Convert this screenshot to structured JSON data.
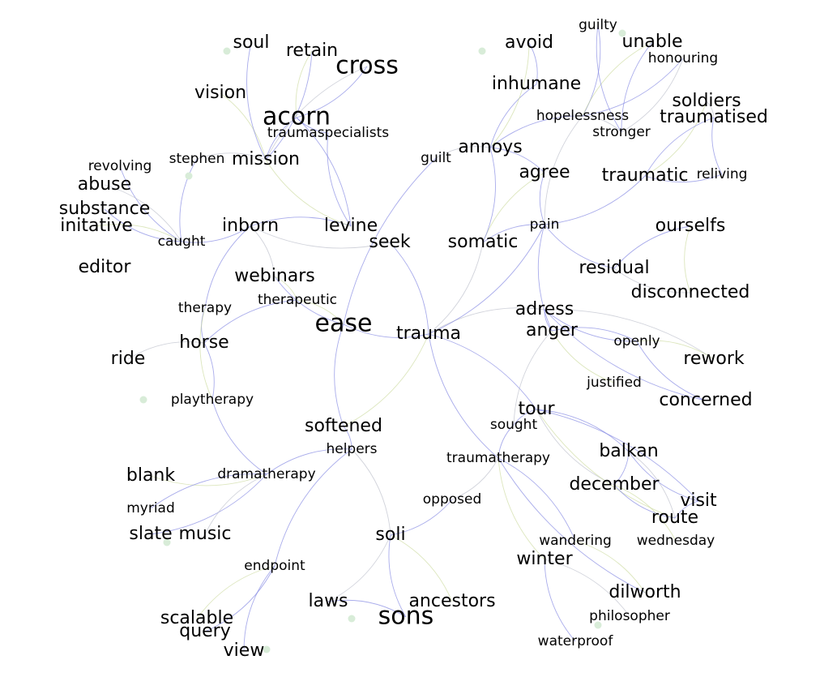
{
  "colors": {
    "background": "#ffffff",
    "label": "#000000",
    "edge_primary": "#7b7fe0",
    "edge_secondary": "#b9bcc8",
    "edge_tertiary": "#c9d99a",
    "node_dot": "#d8ecd8"
  },
  "graph": {
    "nodes": [
      {
        "id": "trauma",
        "label": "trauma",
        "weight": 5
      },
      {
        "id": "ease",
        "label": "ease",
        "weight": 8
      },
      {
        "id": "seek",
        "label": "seek",
        "weight": 5
      },
      {
        "id": "levine",
        "label": "levine",
        "weight": 5
      },
      {
        "id": "inborn",
        "label": "inborn",
        "weight": 5
      },
      {
        "id": "mission",
        "label": "mission",
        "weight": 5
      },
      {
        "id": "acorn",
        "label": "acorn",
        "weight": 8
      },
      {
        "id": "cross",
        "label": "cross",
        "weight": 8
      },
      {
        "id": "retain",
        "label": "retain",
        "weight": 5
      },
      {
        "id": "soul",
        "label": "soul",
        "weight": 5
      },
      {
        "id": "vision",
        "label": "vision",
        "weight": 5
      },
      {
        "id": "traumaspecialists",
        "label": "traumaspecialists",
        "weight": 4
      },
      {
        "id": "stephen",
        "label": "stephen",
        "weight": 4
      },
      {
        "id": "caught",
        "label": "caught",
        "weight": 4
      },
      {
        "id": "revolving",
        "label": "revolving",
        "weight": 4
      },
      {
        "id": "abuse",
        "label": "abuse",
        "weight": 5
      },
      {
        "id": "substance",
        "label": "substance",
        "weight": 5
      },
      {
        "id": "initative",
        "label": "initative",
        "weight": 5
      },
      {
        "id": "editor",
        "label": "editor",
        "weight": 5
      },
      {
        "id": "webinars",
        "label": "webinars",
        "weight": 5
      },
      {
        "id": "therapeutic",
        "label": "therapeutic",
        "weight": 4
      },
      {
        "id": "therapy",
        "label": "therapy",
        "weight": 4
      },
      {
        "id": "horse",
        "label": "horse",
        "weight": 5
      },
      {
        "id": "ride",
        "label": "ride",
        "weight": 5
      },
      {
        "id": "playtherapy",
        "label": "playtherapy",
        "weight": 4
      },
      {
        "id": "softened",
        "label": "softened",
        "weight": 5
      },
      {
        "id": "helpers",
        "label": "helpers",
        "weight": 4
      },
      {
        "id": "dramatherapy",
        "label": "dramatherapy",
        "weight": 4
      },
      {
        "id": "blank",
        "label": "blank",
        "weight": 5
      },
      {
        "id": "myriad",
        "label": "myriad",
        "weight": 4
      },
      {
        "id": "slate",
        "label": "slate",
        "weight": 5
      },
      {
        "id": "music",
        "label": "music",
        "weight": 5
      },
      {
        "id": "endpoint",
        "label": "endpoint",
        "weight": 4
      },
      {
        "id": "scalable",
        "label": "scalable",
        "weight": 5
      },
      {
        "id": "query",
        "label": "query",
        "weight": 5
      },
      {
        "id": "view",
        "label": "view",
        "weight": 5
      },
      {
        "id": "soli",
        "label": "soli",
        "weight": 5
      },
      {
        "id": "laws",
        "label": "laws",
        "weight": 5
      },
      {
        "id": "sons",
        "label": "sons",
        "weight": 8
      },
      {
        "id": "ancestors",
        "label": "ancestors",
        "weight": 5
      },
      {
        "id": "opposed",
        "label": "opposed",
        "weight": 4
      },
      {
        "id": "traumatherapy",
        "label": "traumatherapy",
        "weight": 4
      },
      {
        "id": "sought",
        "label": "sought",
        "weight": 4
      },
      {
        "id": "tour",
        "label": "tour",
        "weight": 5
      },
      {
        "id": "balkan",
        "label": "balkan",
        "weight": 5
      },
      {
        "id": "december",
        "label": "december",
        "weight": 5
      },
      {
        "id": "visit",
        "label": "visit",
        "weight": 5
      },
      {
        "id": "route",
        "label": "route",
        "weight": 5
      },
      {
        "id": "wednesday",
        "label": "wednesday",
        "weight": 4
      },
      {
        "id": "wandering",
        "label": "wandering",
        "weight": 4
      },
      {
        "id": "winter",
        "label": "winter",
        "weight": 5
      },
      {
        "id": "dilworth",
        "label": "dilworth",
        "weight": 5
      },
      {
        "id": "philosopher",
        "label": "philosopher",
        "weight": 4
      },
      {
        "id": "waterproof",
        "label": "waterproof",
        "weight": 4
      },
      {
        "id": "adress",
        "label": "adress",
        "weight": 5
      },
      {
        "id": "anger",
        "label": "anger",
        "weight": 5
      },
      {
        "id": "openly",
        "label": "openly",
        "weight": 4
      },
      {
        "id": "rework",
        "label": "rework",
        "weight": 5
      },
      {
        "id": "justified",
        "label": "justified",
        "weight": 4
      },
      {
        "id": "concerned",
        "label": "concerned",
        "weight": 5
      },
      {
        "id": "residual",
        "label": "residual",
        "weight": 5
      },
      {
        "id": "ourselfs",
        "label": "ourselfs",
        "weight": 5
      },
      {
        "id": "disconnected",
        "label": "disconnected",
        "weight": 5
      },
      {
        "id": "pain",
        "label": "pain",
        "weight": 4
      },
      {
        "id": "somatic",
        "label": "somatic",
        "weight": 5
      },
      {
        "id": "agree",
        "label": "agree",
        "weight": 5
      },
      {
        "id": "annoys",
        "label": "annoys",
        "weight": 5
      },
      {
        "id": "guilt",
        "label": "guilt",
        "weight": 4
      },
      {
        "id": "inhumane",
        "label": "inhumane",
        "weight": 5
      },
      {
        "id": "avoid",
        "label": "avoid",
        "weight": 5
      },
      {
        "id": "hopelessness",
        "label": "hopelessness",
        "weight": 4
      },
      {
        "id": "stronger",
        "label": "stronger",
        "weight": 4
      },
      {
        "id": "guilty",
        "label": "guilty",
        "weight": 4
      },
      {
        "id": "unable",
        "label": "unable",
        "weight": 5
      },
      {
        "id": "honouring",
        "label": "honouring",
        "weight": 4
      },
      {
        "id": "soldiers",
        "label": "soldiers",
        "weight": 5
      },
      {
        "id": "traumatised",
        "label": "traumatised",
        "weight": 5
      },
      {
        "id": "traumatic",
        "label": "traumatic",
        "weight": 5
      },
      {
        "id": "reliving",
        "label": "reliving",
        "weight": 4
      }
    ],
    "edges": [
      [
        "trauma",
        "ease"
      ],
      [
        "trauma",
        "seek"
      ],
      [
        "trauma",
        "adress"
      ],
      [
        "trauma",
        "pain"
      ],
      [
        "trauma",
        "softened"
      ],
      [
        "trauma",
        "traumatherapy"
      ],
      [
        "trauma",
        "tour"
      ],
      [
        "trauma",
        "somatic"
      ],
      [
        "ease",
        "webinars"
      ],
      [
        "ease",
        "therapeutic"
      ],
      [
        "ease",
        "guilt"
      ],
      [
        "ease",
        "softened"
      ],
      [
        "seek",
        "inborn"
      ],
      [
        "levine",
        "inborn"
      ],
      [
        "levine",
        "mission"
      ],
      [
        "levine",
        "acorn"
      ],
      [
        "levine",
        "traumaspecialists"
      ],
      [
        "mission",
        "stephen"
      ],
      [
        "mission",
        "acorn"
      ],
      [
        "mission",
        "vision"
      ],
      [
        "mission",
        "soul"
      ],
      [
        "mission",
        "retain"
      ],
      [
        "mission",
        "cross"
      ],
      [
        "acorn",
        "cross"
      ],
      [
        "acorn",
        "retain"
      ],
      [
        "acorn",
        "traumaspecialists"
      ],
      [
        "caught",
        "revolving"
      ],
      [
        "caught",
        "abuse"
      ],
      [
        "caught",
        "substance"
      ],
      [
        "caught",
        "initative"
      ],
      [
        "caught",
        "stephen"
      ],
      [
        "caught",
        "inborn"
      ],
      [
        "inborn",
        "webinars"
      ],
      [
        "inborn",
        "therapy"
      ],
      [
        "webinars",
        "therapeutic"
      ],
      [
        "therapeutic",
        "horse"
      ],
      [
        "horse",
        "therapy"
      ],
      [
        "horse",
        "ride"
      ],
      [
        "horse",
        "playtherapy"
      ],
      [
        "therapy",
        "playtherapy"
      ],
      [
        "softened",
        "helpers"
      ],
      [
        "helpers",
        "dramatherapy"
      ],
      [
        "helpers",
        "soli"
      ],
      [
        "helpers",
        "endpoint"
      ],
      [
        "dramatherapy",
        "blank"
      ],
      [
        "dramatherapy",
        "myriad"
      ],
      [
        "dramatherapy",
        "slate"
      ],
      [
        "dramatherapy",
        "music"
      ],
      [
        "dramatherapy",
        "playtherapy"
      ],
      [
        "endpoint",
        "scalable"
      ],
      [
        "endpoint",
        "query"
      ],
      [
        "endpoint",
        "view"
      ],
      [
        "soli",
        "laws"
      ],
      [
        "soli",
        "sons"
      ],
      [
        "soli",
        "ancestors"
      ],
      [
        "soli",
        "opposed"
      ],
      [
        "laws",
        "sons"
      ],
      [
        "opposed",
        "traumatherapy"
      ],
      [
        "traumatherapy",
        "sought"
      ],
      [
        "traumatherapy",
        "winter"
      ],
      [
        "traumatherapy",
        "wandering"
      ],
      [
        "traumatherapy",
        "dilworth"
      ],
      [
        "winter",
        "philosopher"
      ],
      [
        "winter",
        "waterproof"
      ],
      [
        "wandering",
        "dilworth"
      ],
      [
        "tour",
        "sought"
      ],
      [
        "tour",
        "balkan"
      ],
      [
        "tour",
        "december"
      ],
      [
        "tour",
        "visit"
      ],
      [
        "tour",
        "route"
      ],
      [
        "balkan",
        "december"
      ],
      [
        "balkan",
        "visit"
      ],
      [
        "balkan",
        "route"
      ],
      [
        "december",
        "route"
      ],
      [
        "december",
        "wednesday"
      ],
      [
        "visit",
        "route"
      ],
      [
        "anger",
        "adress"
      ],
      [
        "anger",
        "sought"
      ],
      [
        "anger",
        "openly"
      ],
      [
        "anger",
        "justified"
      ],
      [
        "anger",
        "pain"
      ],
      [
        "adress",
        "openly"
      ],
      [
        "adress",
        "rework"
      ],
      [
        "adress",
        "concerned"
      ],
      [
        "openly",
        "rework"
      ],
      [
        "openly",
        "concerned"
      ],
      [
        "residual",
        "ourselfs"
      ],
      [
        "residual",
        "disconnected"
      ],
      [
        "residual",
        "pain"
      ],
      [
        "ourselfs",
        "disconnected"
      ],
      [
        "pain",
        "agree"
      ],
      [
        "pain",
        "somatic"
      ],
      [
        "pain",
        "hopelessness"
      ],
      [
        "pain",
        "traumatic"
      ],
      [
        "somatic",
        "agree"
      ],
      [
        "somatic",
        "annoys"
      ],
      [
        "annoys",
        "agree"
      ],
      [
        "annoys",
        "guilt"
      ],
      [
        "annoys",
        "inhumane"
      ],
      [
        "annoys",
        "avoid"
      ],
      [
        "annoys",
        "hopelessness"
      ],
      [
        "inhumane",
        "avoid"
      ],
      [
        "hopelessness",
        "stronger"
      ],
      [
        "hopelessness",
        "guilty"
      ],
      [
        "hopelessness",
        "unable"
      ],
      [
        "hopelessness",
        "honouring"
      ],
      [
        "stronger",
        "unable"
      ],
      [
        "stronger",
        "honouring"
      ],
      [
        "stronger",
        "guilty"
      ],
      [
        "traumatic",
        "soldiers"
      ],
      [
        "traumatic",
        "traumatised"
      ],
      [
        "traumatic",
        "reliving"
      ],
      [
        "soldiers",
        "traumatised"
      ],
      [
        "traumatised",
        "reliving"
      ]
    ]
  }
}
